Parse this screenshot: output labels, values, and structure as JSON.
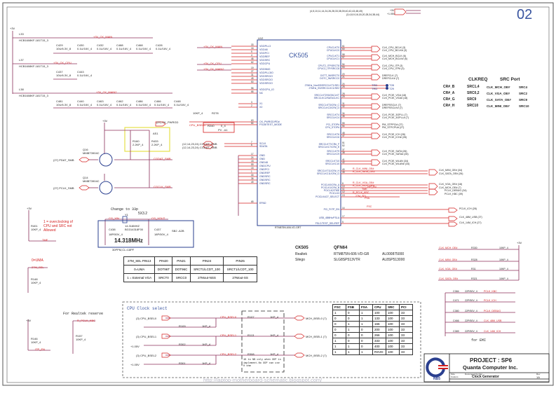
{
  "sheet": {
    "page_number": "02",
    "watermark": "http://laptop-motherboard-schematic.blogspot.com/",
    "power_note_left": "(4,5,10,11,14,24,26,28,33,38,39,40,42,43,48,49)",
    "power_note_left2": "(3,4,8,9,16,18,20,28,34,38,44)",
    "power_rails": [
      "+3V",
      "+1.05V"
    ]
  },
  "power_filter": {
    "input_rail": "+3V",
    "groups": [
      {
        "inductor": "L33",
        "part": "HCB1608KF-181T15_3",
        "net": "+3V_CK_MAIN",
        "caps": [
          [
            "C429",
            "10U/6.3V_8"
          ],
          [
            "C430",
            "0.1U/16V_4"
          ],
          [
            "C432",
            "0.1U/16V_4"
          ],
          [
            "C488",
            "0.1U/16V_4"
          ],
          [
            "C468",
            "0.1U/16V_4"
          ],
          [
            "C428",
            "0.1U/16V_4"
          ]
        ]
      },
      {
        "inductor": "L37",
        "part": "HCB1608KF-181T15_3",
        "net": "+3V_CK_CPU",
        "caps": [
          [
            "C437",
            "10U/6.3V_8"
          ],
          [
            "C443",
            "0.1U/16V_4"
          ]
        ]
      },
      {
        "inductor": "L38",
        "part": "HCB1608KF-181T15_3",
        "net": "+3V_CK_MAIN2",
        "caps": [
          [
            "C481",
            "10U/6.3V_8"
          ],
          [
            "C440",
            "0.1U/16V_4"
          ],
          [
            "C463",
            "0.1U/16V_4"
          ],
          [
            "C462",
            "0.1U/16V_4"
          ],
          [
            "C486",
            "0.1U/16V_4"
          ],
          [
            "C466",
            "0.1U/16V_4"
          ],
          [
            "C448",
            "0.1U/16V_4"
          ]
        ]
      }
    ]
  },
  "chip": {
    "ref": "U12",
    "name": "CK505",
    "part": "RTM875N-606-VD-GRT",
    "left_pins": [
      {
        "num": "33",
        "name": "VDDPLL3"
      },
      {
        "num": "16",
        "name": "VDD48"
      },
      {
        "num": "9",
        "name": "VDDPCI"
      },
      {
        "num": "4",
        "name": "VDDREF"
      },
      {
        "num": "46",
        "name": "VDDSRC"
      },
      {
        "num": "62",
        "name": "VDDCPU"
      },
      {
        "num": "19",
        "name": "VDD96IO"
      },
      {
        "num": "27",
        "name": "VDDPLL3IO"
      },
      {
        "num": "31",
        "name": "VDDSRCIO"
      },
      {
        "num": "45",
        "name": "VDDSRCIO"
      },
      {
        "num": "50",
        "name": "VDDSRCIO"
      },
      {
        "num": "56",
        "name": "VDDCPU_IO"
      },
      {
        "num": "66",
        "name": "NC"
      },
      {
        "num": "3",
        "name": "X1"
      },
      {
        "num": "2",
        "name": "X2"
      },
      {
        "num": "63",
        "name": "CK_PWRGD/PD#"
      },
      {
        "num": "64",
        "name": "FSLB/TEST_MODE"
      },
      {
        "num": "7",
        "name": "SCLK"
      },
      {
        "num": "6",
        "name": "SDATA"
      },
      {
        "num": "17",
        "name": "GND"
      },
      {
        "num": "24",
        "name": "GND"
      },
      {
        "num": "18",
        "name": "GND48"
      },
      {
        "num": "59",
        "name": "GNDCPU"
      },
      {
        "num": "15",
        "name": "GNDPCI"
      },
      {
        "num": "1",
        "name": "GNDREF"
      },
      {
        "num": "30",
        "name": "GNDSRC"
      },
      {
        "num": "36",
        "name": "GNDSRC"
      },
      {
        "num": "49",
        "name": "GNDSRC"
      },
      {
        "num": "65",
        "name": "EPAD"
      }
    ],
    "right_pins": [
      {
        "num": "61",
        "name": "CPUCLKT0"
      },
      {
        "num": "60",
        "name": "CPUCLKC0"
      },
      {
        "num": "58",
        "name": "CPUCLKT1"
      },
      {
        "num": "57",
        "name": "CPUCLKC1"
      },
      {
        "num": "54",
        "name": "CPUT2_ITP/SRCT8"
      },
      {
        "num": "53",
        "name": "CPUC2_ITP/SRCC8"
      },
      {
        "num": "20",
        "name": "DOTT_96/SRCT0"
      },
      {
        "num": "21",
        "name": "DOTC_96/SRCC0"
      },
      {
        "num": "24",
        "name": "27MHz_NonSS/SRCCLKT1/SE1"
      },
      {
        "num": "25",
        "name": "27MHz_SS/SRCCLKC1/SE2"
      },
      {
        "num": "28",
        "name": "SRCCLKT2/SATACLKT"
      },
      {
        "num": "29",
        "name": "SRCCLKC2/SATACLKC"
      },
      {
        "num": "31",
        "name": "SRCCLKT3/CR#_C"
      },
      {
        "num": "32",
        "name": "SRCCLKC3/CR#_D"
      },
      {
        "num": "34",
        "name": "SRCCLKT4"
      },
      {
        "num": "35",
        "name": "SRCCLKC4"
      },
      {
        "num": "55",
        "name": "PCI_STOP#"
      },
      {
        "num": "54",
        "name": "CPU_STOP#"
      },
      {
        "num": "48",
        "name": "SRCCLKT6"
      },
      {
        "num": "47",
        "name": "SRCCLKC6"
      },
      {
        "num": "51",
        "name": "SRCCLKT7/CR#_F"
      },
      {
        "num": "52",
        "name": "SRCCLKC7/CR#_E"
      },
      {
        "num": "37",
        "name": "SRCCLKT9"
      },
      {
        "num": "38",
        "name": "SRCCLKC9"
      },
      {
        "num": "41",
        "name": "SRCCLKT10"
      },
      {
        "num": "42",
        "name": "SRCCLKC10"
      },
      {
        "num": "40",
        "name": "SRCCLKT11/CR#_H"
      },
      {
        "num": "39",
        "name": "SRCCLKC11/CR#_G"
      },
      {
        "num": "8",
        "name": "PCICLK0/CR#_A"
      },
      {
        "num": "10",
        "name": "PCICLK1/CR#_B"
      },
      {
        "num": "11",
        "name": "PCICLK2/TME"
      },
      {
        "num": "12",
        "name": "PCICLK3"
      },
      {
        "num": "13",
        "name": "PCICLK4/27_SELECT"
      },
      {
        "num": "14",
        "name": "PCI_F/ITP_EN"
      },
      {
        "num": "17",
        "name": "USB_48MHz/FSLA"
      },
      {
        "num": "5",
        "name": "FSLC/TEST_SEL/REF"
      }
    ]
  },
  "output_nets": [
    "CLK_CPU_BCLK (3)",
    "CLK_CPU_BCLK# (3)",
    "CLK_MCH_BCLK (6)",
    "CLK_MCH_BCLK# (6)",
    "CLK_CPU_ITP (3)",
    "CLK_CPU_ITP# (3)",
    "DREFCLK (7)",
    "DREFCLK# (7)",
    "CLK_PCIE_VGA (18)",
    "CLK_PCIE_VGA# (18)",
    "DREFSSCLK (7)",
    "DREFSSCLK# (7)",
    "CLK_PCIE_3GPLL (7)",
    "CLK_PCIE_3GPLL# (7)",
    "PM_STPPCI# (27)",
    "PM_STPCPU# (27)",
    "CLK_PCIE_ICH (28)",
    "CLK_PCIE_ICH# (28)",
    "CLK_PCIE_SATA (26)",
    "CLK_PCIE_SATA# (26)",
    "CLK_PCIE_WLAN (34)",
    "CLK_PCIE_WLAN# (34)"
  ],
  "test_points": [
    {
      "ref": "T28",
      "label": "TRD"
    },
    {
      "ref": "T29",
      "label": "TRD"
    }
  ],
  "clkreq_table": {
    "headers": [
      "CLKREQ",
      "SRC Port"
    ],
    "rows": [
      [
        "CR#_B",
        "SRC1,4",
        "CLK_MCH_OE#",
        "SRC4"
      ],
      [
        "CR#_A",
        "SRC0,2",
        "CLK_VGA_OE#",
        "SRC2"
      ],
      [
        "CR#_G",
        "SRC9",
        "CLK_SATA_OE#",
        "SRC9"
      ],
      [
        "CR#_H",
        "SRC10",
        "CLK_MINI_OE#",
        "SRC10"
      ]
    ]
  },
  "oe_nets": {
    "left": [
      "R_CLK_MINI_OE#",
      "R_CLK_SATA_OE#",
      "R_CLK_VGA_OE#",
      "R_CLK_MCH_OE#",
      "TME",
      "R_PCLK_KBC",
      "27M_SEL",
      "ITP_EN",
      "FSA",
      "FSC"
    ],
    "right": [
      "CLK_MINI_OE# (34)",
      "CLK_SATA_OE# (26)",
      "CLK_VGA_OE# (18)",
      "CLK_MCH_OE# (7)",
      "PCLK_DEBUG (34)",
      "PCLK_KBC (39)",
      "PCLK_ICH (28)",
      "CLK_48M_USB (27)",
      "CLK_14M_ICH (27)"
    ],
    "values": [
      "33P_4",
      "33P_4",
      "33P_4",
      "33P_4",
      "33_4",
      "33_4",
      "33_4",
      "33_4",
      "2.2K_4",
      "10K_4",
      "33_4"
    ],
    "cpu_bsel": [
      "CPU_BSEL0",
      "CPU_BSEL2"
    ]
  },
  "pullups": {
    "rail": "+3V",
    "rows": [
      {
        "net": "CLK_MCH_OE#",
        "ref": "R330",
        "value": "10KP_4"
      },
      {
        "net": "CLK_MINI_OE#",
        "ref": "R328",
        "value": "10KP_4"
      },
      {
        "net": "CLK_VGA_OE#",
        "ref": "R31",
        "value": "10KP_4"
      },
      {
        "net": "CLK_SATA_OE#",
        "ref": "R321",
        "value": "10KP_4"
      }
    ]
  },
  "emi_caps": {
    "note": "for EMI",
    "rows": [
      {
        "ref": "C384",
        "value": "22P/50V_4",
        "net": "PCLK_KBC"
      },
      {
        "ref": "C471",
        "value": "22P/50V_4",
        "net": "PCLK_ICH"
      },
      {
        "ref": "C380",
        "value": "22P/50V_4",
        "net": "PCLK_DEBUG"
      },
      {
        "ref": "C466",
        "value": "22P/50V_4",
        "net": "CLK_48M_USB"
      },
      {
        "ref": "C389",
        "value": "22P/50V_4",
        "net": "CLK_14M_ICH"
      }
    ]
  },
  "smbus": {
    "vcc": "+3V",
    "highlight_label": "AS1",
    "resistors": [
      [
        "R160",
        "2.2KP_4"
      ],
      [
        "R433",
        "2.2KP_4"
      ]
    ],
    "fets": [
      {
        "ref": "Q16",
        "part": "MMBT3904C",
        "input": "(27) PDAT_SMB",
        "output": "CGDAT_SMB"
      },
      {
        "ref": "Q14",
        "part": "MMBT3904C",
        "input": "(27) PCLK_SMB",
        "output": "CGCLK_SMB"
      }
    ],
    "ck_pwrgd": "(27) CK_PWRGD",
    "cpu_bsel1_net": "CPU_BSEL1",
    "r_misc": [
      {
        "ref": "R278",
        "value": "10KP_4"
      },
      {
        "ref": "R240",
        "value": "0_4"
      }
    ],
    "pv_label": "PV - A1",
    "smb_refs": [
      "(12,14,23,24) CGCLK_SMB",
      "(12,14,23,24) CGDAT_SMB"
    ]
  },
  "crystal": {
    "note": "Change to 33p",
    "ref": "Y1",
    "package": "5X3.2",
    "part": "14.318MHZ",
    "alt_part": "BG314318F00",
    "freq": "14.318MHz",
    "spec": "30PPM,CL=18PF",
    "nets": [
      "CG_XIN",
      "CG_XOUT"
    ],
    "caps": [
      [
        "C438",
        "18P/50V_4"
      ],
      [
        "C437",
        "18P/50V_4"
      ]
    ],
    "side_note": "SB2 -A2B"
  },
  "overclock": {
    "rail": "+3V",
    "resistor": [
      "R401",
      "10KP_4"
    ],
    "net": "TME",
    "note": "1 = overclocking of CPU and SRC not Allowed"
  },
  "uma": {
    "label": "0=UMA",
    "net": "27M_SEL",
    "resistor": [
      "R148",
      "10KP_4"
    ]
  },
  "itp": {
    "rail": "+3V",
    "resistor": [
      "R146",
      "10KP_4"
    ],
    "net": "ITP_EN"
  },
  "realtek_reserve": {
    "note": "For Realtek reserve",
    "net": "R_PCLK_KBC",
    "resistor": [
      "R157",
      "10KP_4"
    ]
  },
  "pin_table": {
    "headers": [
      "27M_SEL PIN13",
      "PIN20",
      "PIN21",
      "PIN24",
      "PIN25"
    ],
    "rows": [
      [
        "0=UMA",
        "DOT96T",
        "DOT96C",
        "SRCT1/LCDT_100",
        "SRCT1/LCDT_100"
      ],
      [
        "1 = External VGA",
        "SRCT0",
        "SRCC0",
        "27Mout-NSS",
        "27Mout-SS"
      ]
    ]
  },
  "vendor_table": {
    "rows": [
      [
        "CK505",
        "QFN64",
        ""
      ],
      [
        "Realtek",
        "RTM875N-606-VD-GR",
        "AL000875000"
      ],
      [
        "Silego",
        "SLG8SP513VTR",
        "AL8SP513000"
      ]
    ]
  },
  "cpu_clock_select": {
    "title": "CPU Clock select",
    "inputs": [
      "(3) CPU_BSEL0",
      "(3) CPU_BSEL1",
      "(3) CPU_BSEL2"
    ],
    "nets": [
      "CPU_BSEL0",
      "CPU_BSEL1",
      "CPU_BSEL2"
    ],
    "outputs": [
      "MCH_BSEL0 (7)",
      "MCH_BSEL1 (7)",
      "MCH_BSEL2 (7)"
    ],
    "series_res": [
      [
        "R107",
        "1KP_4"
      ],
      [
        "R113",
        "1KP_4"
      ],
      [
        "R308",
        "1KP_4"
      ]
    ],
    "pull_res": [
      [
        "R109",
        "1KP_4"
      ],
      [
        "R302",
        "1KP_4"
      ],
      [
        "R115",
        "1KP_4"
      ],
      [
        "R301",
        "1KP_4"
      ]
    ],
    "rail": "+1.05V",
    "note": "1K to NB only when XDP is implement.No XDP can use 0 ohm"
  },
  "fs_table": {
    "headers": [
      "FSC",
      "FSB",
      "FSA",
      "CPU",
      "SRC",
      "PCI"
    ],
    "rows": [
      [
        "1",
        "0",
        "1",
        "100",
        "100",
        "33"
      ],
      [
        "0",
        "0",
        "1",
        "133",
        "100",
        "33"
      ],
      [
        "0",
        "1",
        "1",
        "166",
        "100",
        "33"
      ],
      [
        "0",
        "1",
        "0",
        "200",
        "100",
        "33"
      ],
      [
        "0",
        "0",
        "0",
        "266",
        "100",
        "33"
      ],
      [
        "1",
        "0",
        "0",
        "333",
        "100",
        "33"
      ],
      [
        "1",
        "1",
        "0",
        "400",
        "100",
        "33"
      ],
      [
        "1",
        "1",
        "1",
        "RSVD",
        "100",
        "33"
      ]
    ]
  },
  "title_block": {
    "project": "PROJECT : SP6",
    "company": "Quanta Computer Inc.",
    "logo_text": "NB5",
    "size_label": "Size",
    "size": "Custom",
    "doc_label": "Document Number",
    "doc": "Clock Generator",
    "rev_label": "Rev",
    "rev": "1A"
  },
  "colors": {
    "wire": "#8b2f5a",
    "net_red": "#d42020",
    "blue": "#2a3f8f",
    "highlight": "#e6e04a",
    "border": "#222222"
  }
}
